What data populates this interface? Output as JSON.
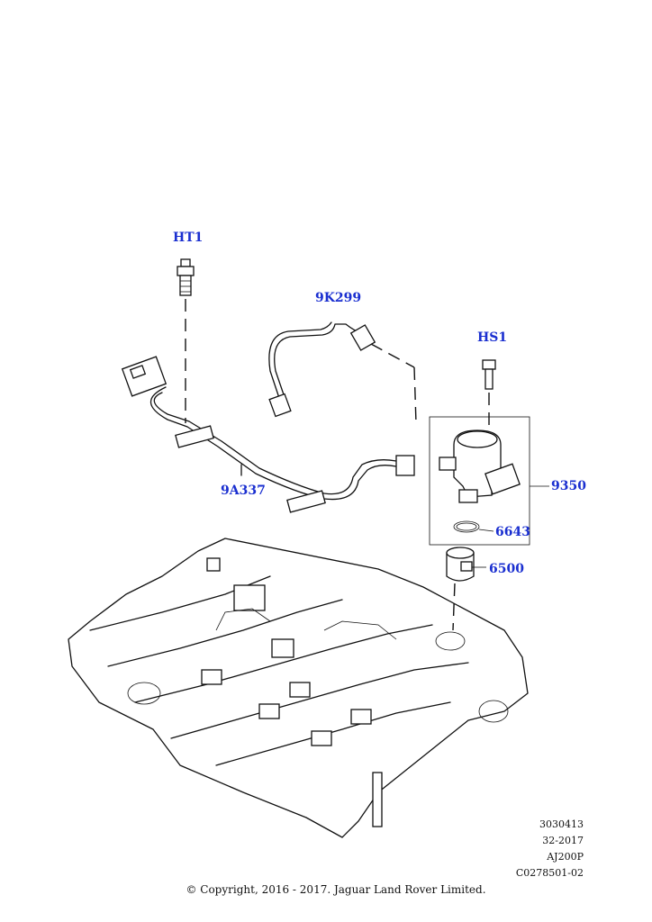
{
  "callouts": {
    "ht1": "HT1",
    "k299": "9K299",
    "hs1": "HS1",
    "a337": "9A337",
    "p9350": "9350",
    "p6643": "6643",
    "p6500": "6500"
  },
  "reference": {
    "line1": "3030413",
    "line2": "32-2017",
    "line3": "AJ200P",
    "line4": "C0278501-02"
  },
  "copyright": "© Copyright, 2016 - 2017. Jaguar Land Rover Limited.",
  "colors": {
    "callout": "#1a2fd0",
    "linework": "#111111"
  }
}
